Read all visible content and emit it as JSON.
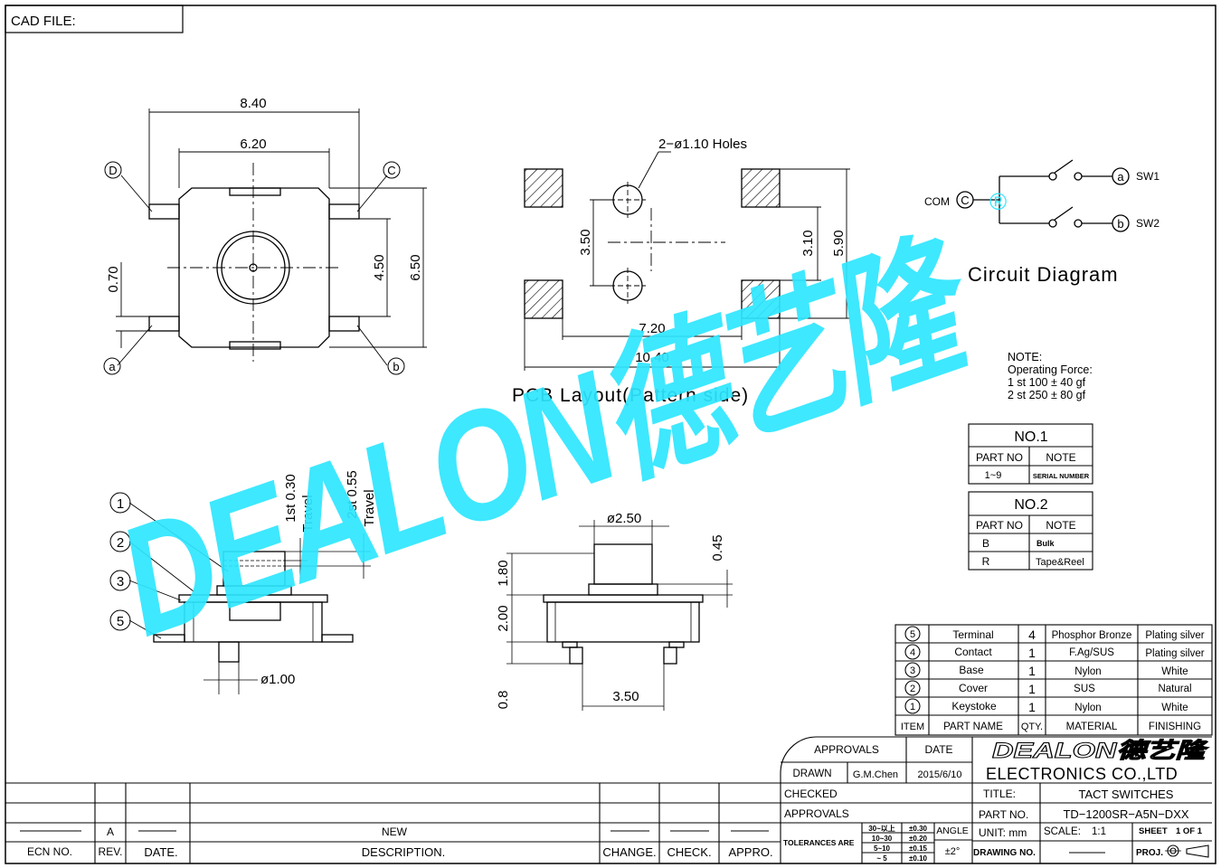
{
  "header": {
    "cad_file_label": "CAD FILE:"
  },
  "top_view": {
    "dim_width_outer": "8.40",
    "dim_width_body": "6.20",
    "dim_height_outer": "6.50",
    "dim_height_inner": "4.50",
    "dim_pin_offset": "0.70",
    "pin_c": "C",
    "pin_d": "D",
    "pin_a": "a",
    "pin_b": "b"
  },
  "pcb_layout": {
    "holes_label": "2−ø1.10 Holes",
    "dim_350": "3.50",
    "dim_310": "3.10",
    "dim_590": "5.90",
    "dim_720": "7.20",
    "dim_1040": "10.40",
    "title": "PCB Layout(Pattern side)"
  },
  "circuit": {
    "com_label": "COM",
    "com_letter": "C",
    "a_letter": "a",
    "b_letter": "b",
    "sw1_label": "SW1",
    "sw2_label": "SW2",
    "title": "Circuit Diagram"
  },
  "notes": {
    "heading": "NOTE:",
    "line1": "Operating Force:",
    "line2": "1 st 100 ± 40 gf",
    "line3": "2 st 250 ± 80 gf"
  },
  "no1_table": {
    "title": "NO.1",
    "col1": "PART NO",
    "col2": "NOTE",
    "row_part": "1~9",
    "row_note": "SERIAL NUMBER"
  },
  "no2_table": {
    "title": "NO.2",
    "col1": "PART NO",
    "col2": "NOTE",
    "rows": [
      {
        "part": "B",
        "note": "Bulk"
      },
      {
        "part": "R",
        "note": "Tape&Reel"
      }
    ]
  },
  "side_view": {
    "travel1": "1st 0.30",
    "travel1b": "Travel",
    "travel2": "2st 0.55",
    "travel2b": "Travel",
    "dia_100": "ø1.00",
    "callouts": [
      "1",
      "2",
      "3",
      "5"
    ]
  },
  "front_view": {
    "dia_250": "ø2.50",
    "dim_045": "0.45",
    "dim_180": "1.80",
    "dim_200": "2.00",
    "dim_08": "0.8",
    "dim_350": "3.50"
  },
  "bom": {
    "rows": [
      {
        "item": "5",
        "name": "Terminal",
        "qty": "4",
        "material": "Phosphor Bronze",
        "finish": "Plating silver"
      },
      {
        "item": "4",
        "name": "Contact",
        "qty": "1",
        "material": "F.Ag/SUS",
        "finish": "Plating silver"
      },
      {
        "item": "3",
        "name": "Base",
        "qty": "1",
        "material": "Nylon",
        "finish": "White"
      },
      {
        "item": "2",
        "name": "Cover",
        "qty": "1",
        "material": "SUS",
        "finish": "Natural"
      },
      {
        "item": "1",
        "name": "Keystoke",
        "qty": "1",
        "material": "Nylon",
        "finish": "White"
      }
    ],
    "headers": {
      "item": "ITEM",
      "name": "PART NAME",
      "qty": "QTY.",
      "material": "MATERIAL",
      "finish": "FINISHING"
    }
  },
  "title_block": {
    "approvals": "APPROVALS",
    "date": "DATE",
    "drawn": "DRAWN",
    "drawn_by": "G.M.Chen",
    "drawn_date": "2015/6/10",
    "checked": "CHECKED",
    "approvals2": "APPROVALS",
    "tolerances": "TOLERANCES ARE",
    "tol_ranges": [
      "30~以上",
      "10~30",
      "5~10",
      "~ 5"
    ],
    "tol_values": [
      "±0.30",
      "±0.20",
      "±0.15",
      "±0.10"
    ],
    "angle": "ANGLE",
    "angle_value": "±2°",
    "logo": "DEALON德艺隆",
    "company": "ELECTRONICS CO.,LTD",
    "title_label": "TITLE:",
    "title_value": "TACT SWITCHES",
    "part_no_label": "PART NO.",
    "part_no_value": "TD−1200SR−A5N−DXX",
    "unit_label": "UNIT: mm",
    "scale_label": "SCALE:",
    "scale_value": "1:1",
    "sheet_label": "SHEET",
    "sheet_value": "1 OF 1",
    "drawing_no": "DRAWING NO.",
    "proj": "PROJ."
  },
  "revision": {
    "rev_value": "A",
    "desc_value": "NEW",
    "headers": {
      "ecn": "ECN NO.",
      "rev": "REV.",
      "date": "DATE.",
      "desc": "DESCRIPTION.",
      "change": "CHANGE.",
      "check": "CHECK.",
      "appro": "APPRO."
    }
  },
  "watermark": {
    "text": "DEALON德艺隆",
    "reg": "®"
  },
  "colors": {
    "watermark": "#2ee6ff",
    "line": "#000000"
  }
}
